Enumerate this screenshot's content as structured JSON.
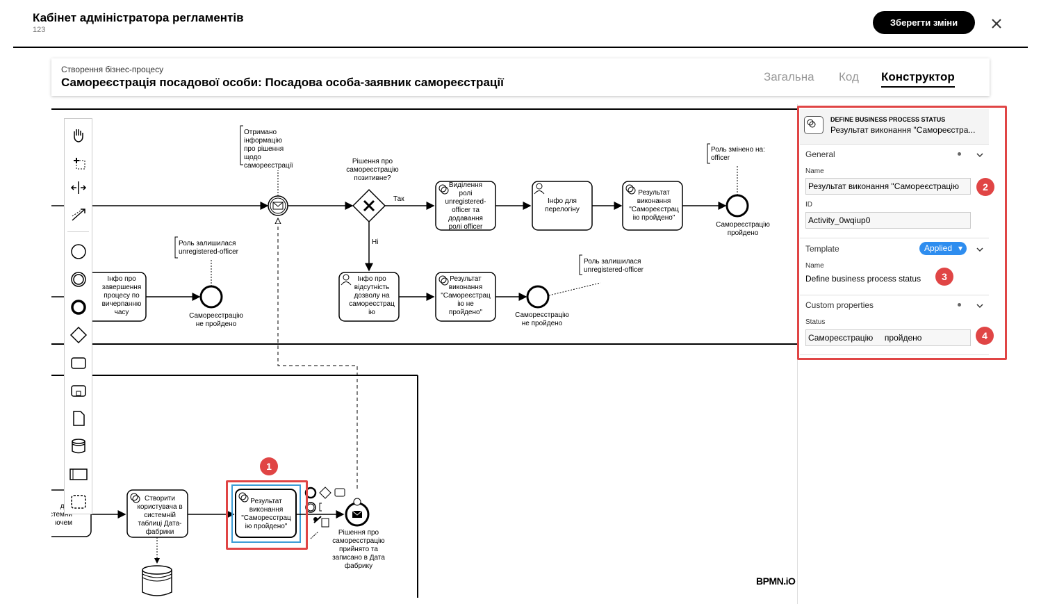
{
  "header": {
    "title": "Кабінет адміністратора регламентів",
    "subtitle": "123",
    "save_label": "Зберегти зміни"
  },
  "card": {
    "breadcrumb": "Створення бізнес-процесу",
    "title": "Самореєстрація посадової особи: Посадова особа-заявник самореєстрації",
    "tabs": [
      {
        "label": "Загальна"
      },
      {
        "label": "Код"
      },
      {
        "label": "Конструктор"
      }
    ]
  },
  "palette": [
    "hand-tool",
    "lasso-tool",
    "space-tool",
    "global-connect-tool",
    "start-event",
    "intermediate-event",
    "end-event",
    "gateway",
    "task",
    "subprocess",
    "data-object",
    "data-store",
    "pool",
    "group"
  ],
  "diagram": {
    "t_received": [
      "Отримано",
      "інформацію",
      "про рішення",
      "щодо",
      "самореєстрації"
    ],
    "t_decision": [
      "Рішення про",
      "самореєстрацію",
      "позитивне?"
    ],
    "t_yes": "Так",
    "t_no": "Ні",
    "t_role_changed": [
      "Роль змінено на:",
      "officer"
    ],
    "t_role_left1": [
      "Роль залишилася",
      "unregistered-officer"
    ],
    "t_role_left2": [
      "Роль залишилася",
      "unregistered-officer"
    ],
    "task_assign": [
      "Виділення",
      "ролі",
      "unregistered-",
      "officer та",
      "додавання",
      "ролі officer"
    ],
    "task_info_relogin": [
      "Інфо для",
      "перелогіну"
    ],
    "task_result_ok": [
      "Результат",
      "виконання",
      "\"Самореєстрац",
      "ію пройдено\""
    ],
    "end_ok": [
      "Самореєстрацію",
      "пройдено"
    ],
    "task_info_no_perm": [
      "Інфо про",
      "відсутність",
      "дозволу на",
      "самореєстрац",
      "ію"
    ],
    "task_result_fail": [
      "Результат",
      "виконання",
      "\"Самореєстрац",
      "ію не",
      "пройдено\""
    ],
    "end_fail1": [
      "Самореєстрацію",
      "не пройдено"
    ],
    "task_info_finish": [
      "Інфо про",
      "завершення",
      "процесу по",
      "вичерпанню",
      "часу"
    ],
    "end_fail0": [
      "Самореєстрацію",
      "не пройдено"
    ],
    "task_left": [
      "дли",
      "стемни",
      "ючем"
    ],
    "task_create_user": [
      "Створити",
      "користувача в",
      "системній",
      "таблиці Дата-",
      "фабрики"
    ],
    "task_selected": [
      "Результат",
      "виконання",
      "\"Самореєстрац",
      "ію пройдено\""
    ],
    "end_msg": [
      "Рішення про",
      "самореєстрацію",
      "прийнято та",
      "записано в Дата",
      "фабрику"
    ]
  },
  "bpmn_io_label": "BPMN.iO",
  "panel": {
    "element_type": "DEFINE BUSINESS PROCESS STATUS",
    "element_name": "Результат виконання \"Самореєстра...",
    "general": "General",
    "name_label": "Name",
    "name_value": "Результат виконання \"Самореєстрацію",
    "id_label": "ID",
    "id_value": "Activity_0wqiup0",
    "template": "Template",
    "applied": "Applied",
    "tpl_name_label": "Name",
    "tpl_name_value": "Define business process status",
    "custom": "Custom properties",
    "status_label": "Status",
    "status_value": "Самореєстрацію     пройдено"
  },
  "badges": [
    "1",
    "2",
    "3",
    "4"
  ],
  "colors": {
    "highlight": "#e04545",
    "applied": "#2e8def",
    "selection": "#3c9cd6"
  }
}
